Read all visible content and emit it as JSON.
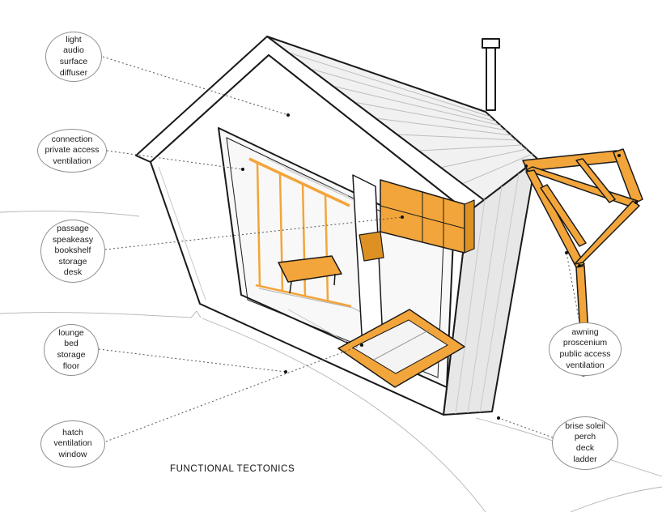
{
  "title": "FUNCTIONAL TECTONICS",
  "colors": {
    "accent": "#F2A53A",
    "line": "#1a1a1a"
  },
  "callouts": [
    {
      "id": "light-diffuser",
      "text": "light\naudio\nsurface\ndiffuser"
    },
    {
      "id": "connection",
      "text": "connection\nprivate access\nventilation"
    },
    {
      "id": "passage",
      "text": "passage\nspeakeasy\nbookshelf\nstorage\ndesk"
    },
    {
      "id": "lounge",
      "text": "lounge\nbed\nstorage\nfloor"
    },
    {
      "id": "hatch",
      "text": "hatch\nventilation\nwindow"
    },
    {
      "id": "awning",
      "text": "awning\nproscenium\npublic access\nventilation"
    },
    {
      "id": "brise-soleil",
      "text": "brise soleil\nperch\ndeck\nladder"
    }
  ]
}
